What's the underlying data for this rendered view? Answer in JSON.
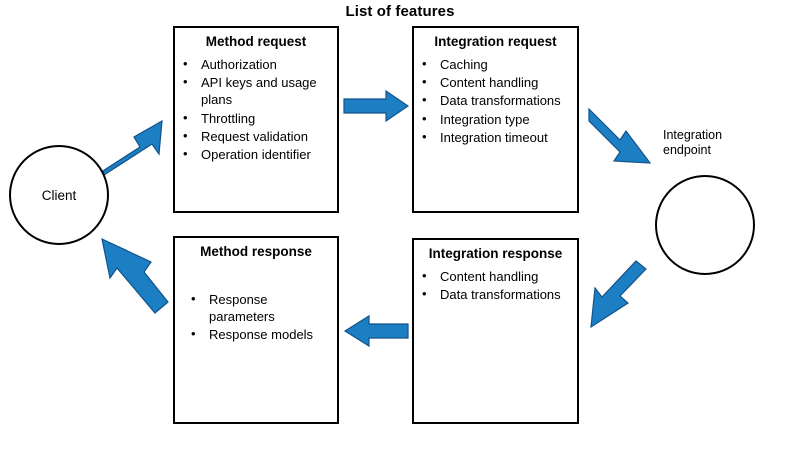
{
  "title": "List of features",
  "accent_color": "#1C7FC4",
  "accent_outline_color": "#13528A",
  "stroke_color": "#000000",
  "background_color": "#FFFFFF",
  "nodes": {
    "client": {
      "label": "Client"
    },
    "integration_endpoint": {
      "label": "Integration endpoint"
    }
  },
  "boxes": {
    "method_request": {
      "title": "Method request",
      "items": [
        "Authorization",
        "API keys and usage plans",
        "Throttling",
        "Request validation",
        "Operation identifier"
      ]
    },
    "integration_request": {
      "title": "Integration request",
      "items": [
        "Caching",
        "Content handling",
        "Data transformations",
        "Integration type",
        "Integration timeout"
      ]
    },
    "integration_response": {
      "title": "Integration response",
      "items": [
        "Content handling",
        "Data transformations"
      ]
    },
    "method_response": {
      "title": "Method response",
      "items": [
        "Response parameters",
        "Response models"
      ]
    }
  },
  "arrows": [
    {
      "name": "client-to-method-request",
      "direction": "diagonal-up-right"
    },
    {
      "name": "method-request-to-integration-request",
      "direction": "right"
    },
    {
      "name": "integration-request-to-endpoint",
      "direction": "diagonal-down-right"
    },
    {
      "name": "endpoint-to-integration-response",
      "direction": "diagonal-down-left"
    },
    {
      "name": "integration-response-to-method-response",
      "direction": "left"
    },
    {
      "name": "method-response-to-client",
      "direction": "diagonal-up-left"
    }
  ]
}
